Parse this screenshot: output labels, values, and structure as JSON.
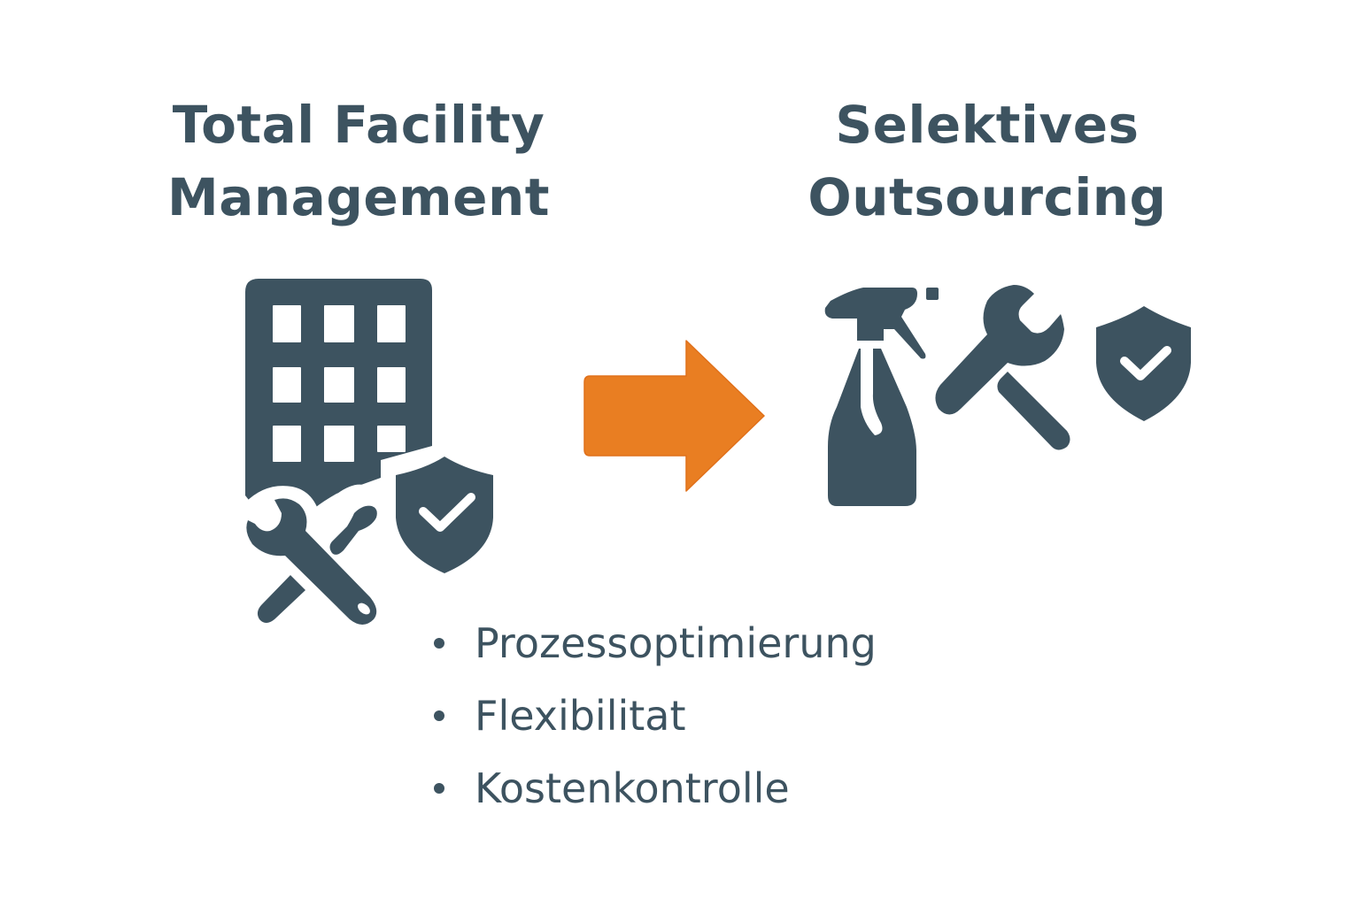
{
  "colors": {
    "primary": "#3d5360",
    "accent": "#e97e22",
    "background": "#ffffff"
  },
  "left": {
    "title_line1": "Total Facility",
    "title_line2": "Management",
    "icons": [
      "building-icon",
      "wrench-icon",
      "screwdriver-icon",
      "shield-check-icon"
    ]
  },
  "transition": {
    "icon": "arrow-right-icon"
  },
  "right": {
    "title_line1": "Selektives",
    "title_line2": "Outsourcing",
    "icons": [
      "spray-bottle-icon",
      "wrench-icon",
      "shield-check-icon"
    ]
  },
  "benefits": {
    "items": [
      {
        "label": "Prozessoptimierung"
      },
      {
        "label": "Flexibilitat"
      },
      {
        "label": "Kostenkontrolle"
      }
    ]
  }
}
